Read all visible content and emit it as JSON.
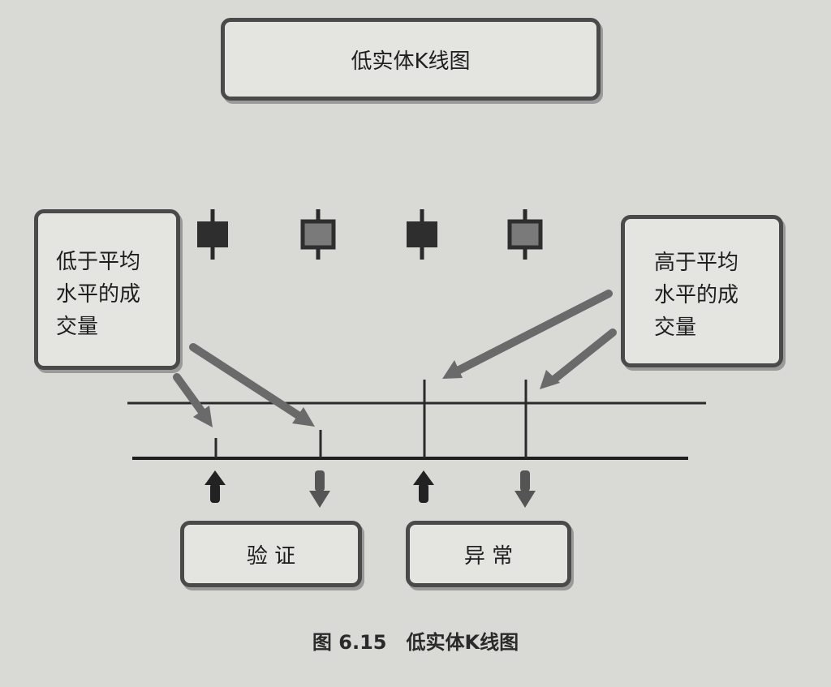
{
  "title_box": "低实体K线图",
  "left_box": "低于平均\n水平的成\n交量",
  "right_box": "高于平均\n水平的成\n交量",
  "bottom_left_box": "验 证",
  "bottom_right_box": "异 常",
  "caption": "图 6.15　低实体K线图",
  "candles": [
    {
      "fill": "dark"
    },
    {
      "fill": "gray"
    },
    {
      "fill": "dark"
    },
    {
      "fill": "gray"
    }
  ],
  "volume_levels": [
    "below-average",
    "below-average",
    "above-average",
    "above-average"
  ],
  "bottom_arrows": [
    "up",
    "down",
    "up",
    "down"
  ]
}
